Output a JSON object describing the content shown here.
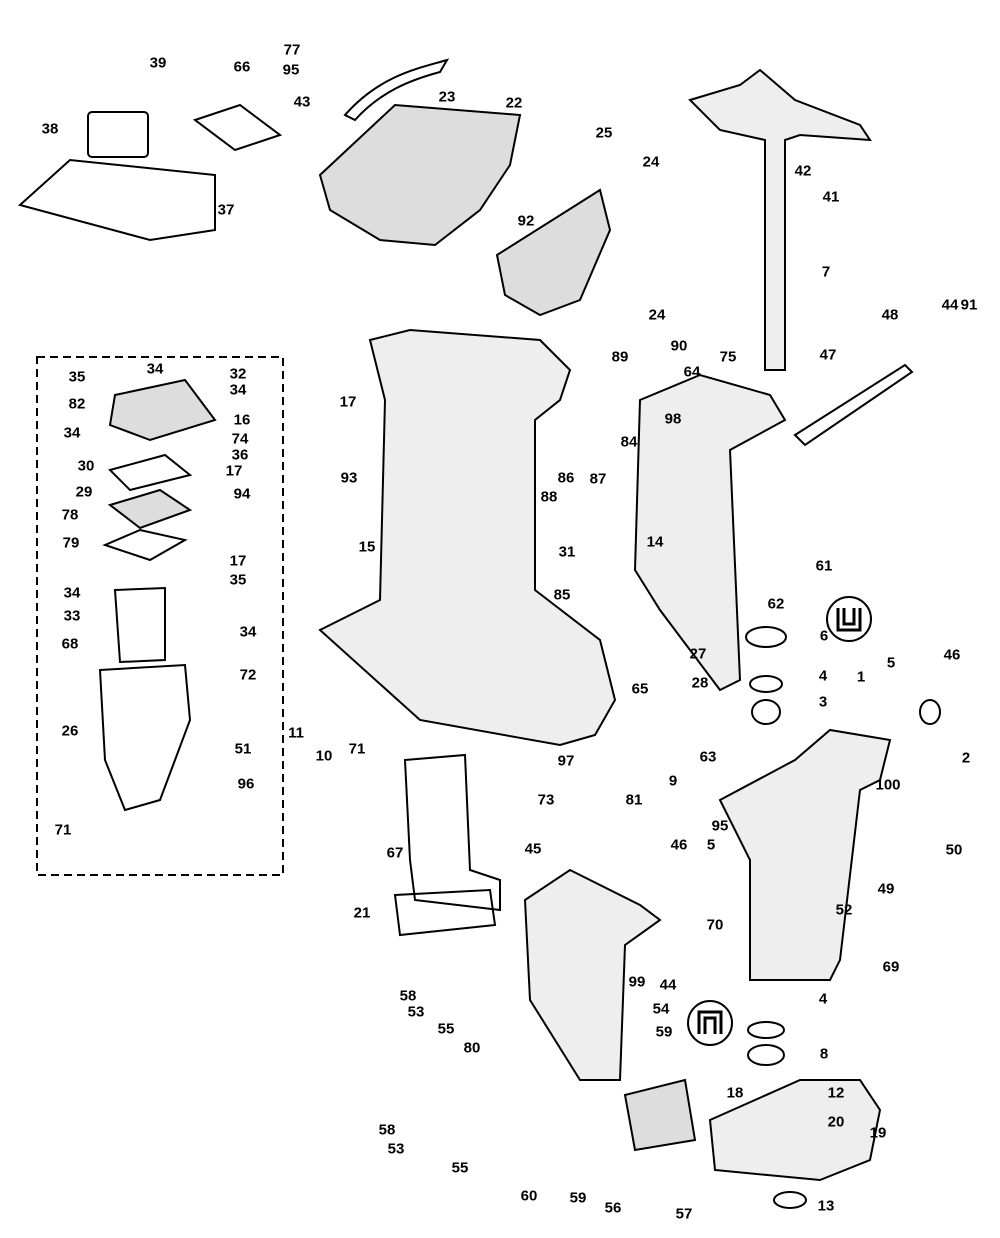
{
  "diagram": {
    "type": "exploded parts diagram",
    "part_labels": [
      "39",
      "66",
      "77",
      "95",
      "43",
      "23",
      "22",
      "38",
      "37",
      "25",
      "24",
      "92",
      "24",
      "42",
      "41",
      "7",
      "91",
      "44",
      "48",
      "47",
      "90",
      "89",
      "64",
      "75",
      "35",
      "34",
      "32",
      "34",
      "82",
      "34",
      "16",
      "74",
      "36",
      "30",
      "17",
      "29",
      "94",
      "78",
      "79",
      "17",
      "35",
      "34",
      "33",
      "68",
      "34",
      "72",
      "26",
      "51",
      "96",
      "71",
      "17",
      "93",
      "15",
      "98",
      "84",
      "86",
      "87",
      "88",
      "14",
      "31",
      "85",
      "61",
      "62",
      "6",
      "27",
      "4",
      "46",
      "5",
      "1",
      "3",
      "28",
      "65",
      "2",
      "100",
      "11",
      "10",
      "71",
      "97",
      "73",
      "81",
      "9",
      "63",
      "95",
      "50",
      "67",
      "45",
      "46",
      "5",
      "49",
      "52",
      "21",
      "70",
      "69",
      "99",
      "44",
      "4",
      "58",
      "53",
      "55",
      "80",
      "54",
      "59",
      "8",
      "18",
      "12",
      "20",
      "19",
      "58",
      "53",
      "55",
      "60",
      "59",
      "56",
      "57",
      "13"
    ],
    "symbols": [
      "seal-lip-icon",
      "seal-lip-icon-inverted"
    ]
  }
}
